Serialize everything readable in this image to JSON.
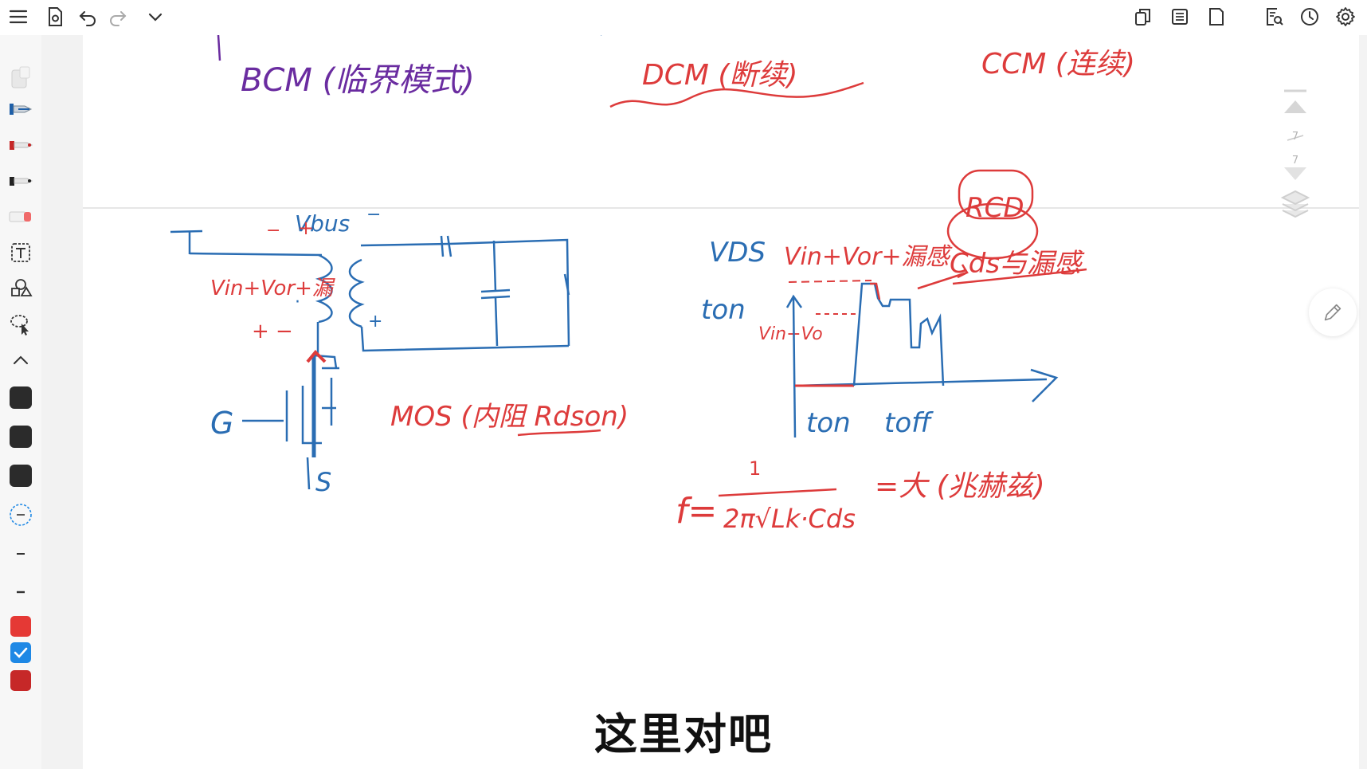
{
  "toolbar": {
    "left_icons": [
      "menu-icon",
      "document-settings-icon",
      "undo-icon",
      "redo-icon",
      "chevron-down-icon"
    ],
    "right_icons": [
      "copy-page-icon",
      "list-icon",
      "page-icon",
      "search-document-icon",
      "history-clock-icon",
      "settings-gear-icon"
    ]
  },
  "sidebar": {
    "tools": [
      "eraser-tool-icon",
      "fountain-pen-tool-icon",
      "red-pen-tool-icon",
      "black-pen-tool-icon",
      "highlighter-tool-icon",
      "text-tool-icon",
      "shapes-tool-icon",
      "lasso-select-tool-icon",
      "collapse-up-icon"
    ],
    "swatches": [
      {
        "color": "#2b2b2b",
        "selected": false
      },
      {
        "color": "#2b2b2b",
        "selected": false
      },
      {
        "color": "#2b2b2b",
        "selected": false
      },
      {
        "color": "#e53935",
        "selected": false
      },
      {
        "color": "#1e88e5",
        "selected": true
      },
      {
        "color": "#c62828",
        "selected": false
      }
    ]
  },
  "page_nav": {
    "current": "7",
    "total": "7"
  },
  "notes": {
    "bcm": "BCM (临界模式)",
    "dcm": "DCM (断续)",
    "ccm": "CCM (连续)",
    "vbus": "Vbus",
    "vin_vor_left": "Vin+Vor+漏",
    "mos_note": "MOS (内阻 Rdson)",
    "gate": "G",
    "source": "S",
    "vds": "VDS",
    "vin_vor_right": "Vin+Vor+漏感",
    "rcd": "RCD",
    "cds_note": "Cds与漏感",
    "ton_left": "ton",
    "vin_plus_vo": "Vin+Vo",
    "ton_axis": "ton",
    "toff_axis": "toff",
    "formula_f": "f=",
    "formula_num": "1",
    "formula_den": "2π√Lk·Cds",
    "formula_result": "=大 (兆赫兹)"
  },
  "colors": {
    "ink_blue": "#2a6db3",
    "ink_red": "#dd3b3b",
    "ink_purple": "#6a2ca0"
  },
  "subtitle": "这里对吧"
}
